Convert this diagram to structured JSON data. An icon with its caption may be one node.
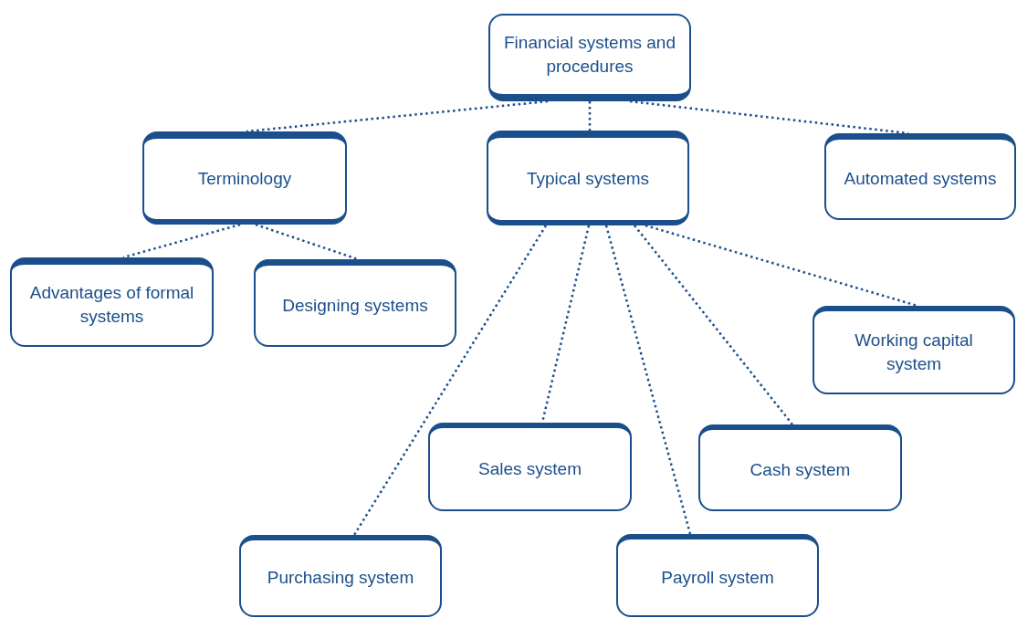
{
  "diagram": {
    "nodes": [
      {
        "text": [
          "Financial systems and procedures"
        ]
      },
      {
        "text": [
          "Terminology"
        ]
      },
      {
        "text": [
          "Typical systems"
        ]
      },
      {
        "text": [
          "Automated systems"
        ]
      },
      {
        "text": [
          "Advantages of formal systems"
        ]
      },
      {
        "text": [
          "Designing systems"
        ]
      },
      {
        "text": [
          "Working capital system"
        ]
      },
      {
        "text": [
          "Sales system"
        ]
      },
      {
        "text": [
          "Cash system"
        ]
      },
      {
        "text": [
          "Purchasing system"
        ]
      },
      {
        "text": [
          "Payroll system"
        ]
      }
    ],
    "edges": [
      {
        "from": 0,
        "to": 1,
        "arrow": "none",
        "style": "dashed"
      },
      {
        "from": 0,
        "to": 2,
        "arrow": "none",
        "style": "dashed"
      },
      {
        "from": 0,
        "to": 3,
        "arrow": "none",
        "style": "dashed"
      },
      {
        "from": 1,
        "to": 4,
        "arrow": "none",
        "style": "dashed"
      },
      {
        "from": 1,
        "to": 5,
        "arrow": "none",
        "style": "dashed"
      },
      {
        "from": 2,
        "to": 9,
        "arrow": "none",
        "style": "dashed"
      },
      {
        "from": 2,
        "to": 7,
        "arrow": "none",
        "style": "dashed"
      },
      {
        "from": 2,
        "to": 10,
        "arrow": "none",
        "style": "dashed"
      },
      {
        "from": 2,
        "to": 8,
        "arrow": "none",
        "style": "dashed"
      },
      {
        "from": 2,
        "to": 6,
        "arrow": "none",
        "style": "dashed"
      }
    ]
  }
}
